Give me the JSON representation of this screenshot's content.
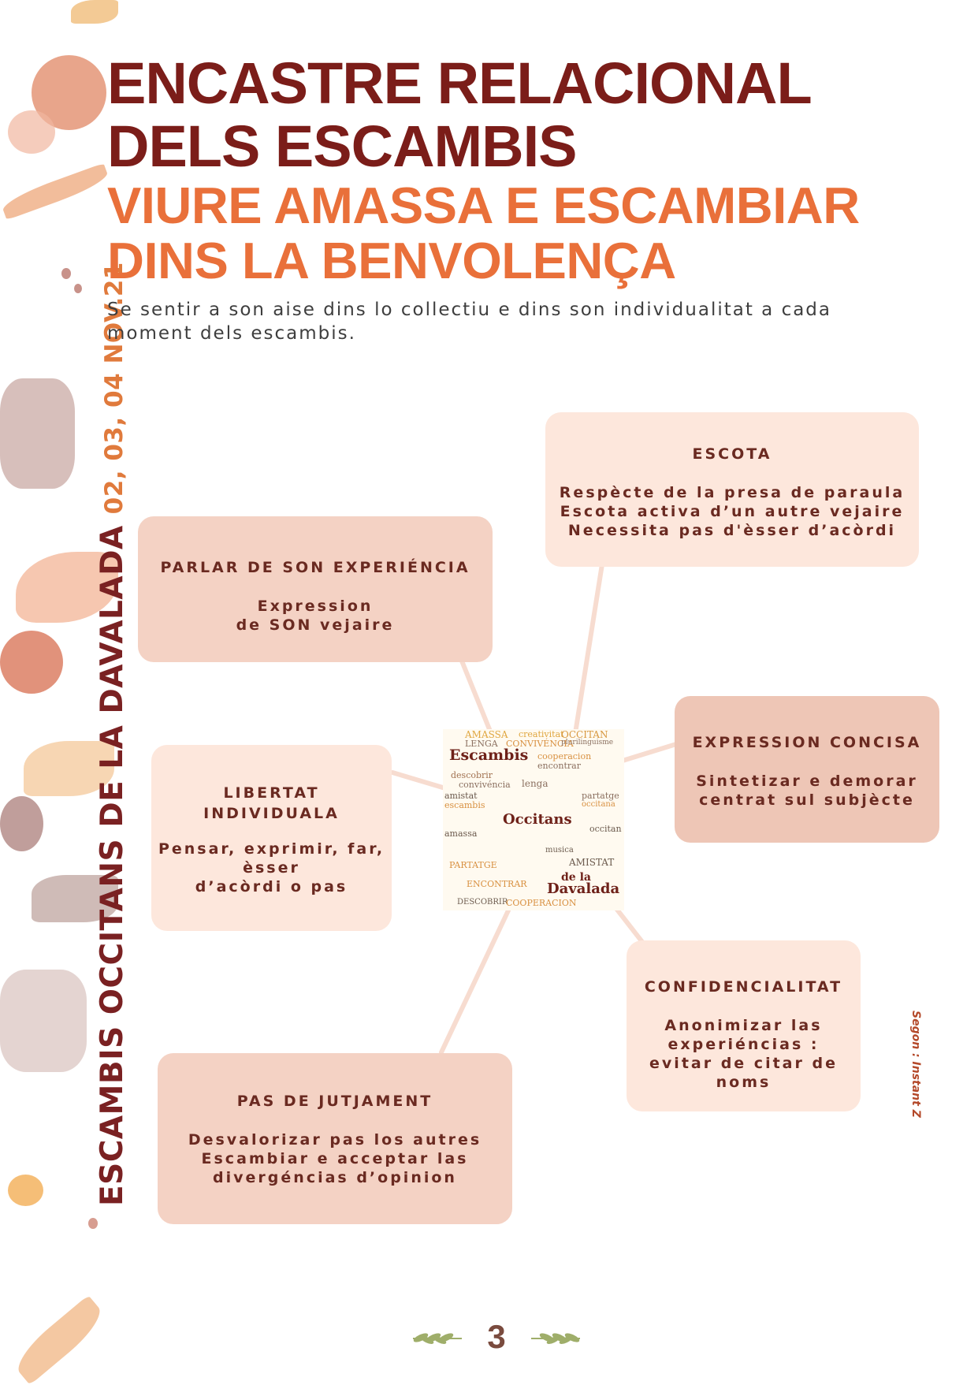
{
  "sidebar": {
    "title": "ESCAMBIS OCCITANS DE LA DAVALADA",
    "dates": "02, 03, 04 NOV.21"
  },
  "header": {
    "title": "ENCASTRE RELACIONAL\nDELS ESCAMBIS",
    "subtitle": "VIURE AMASSA E ESCAMBIAR\nDINS LA BENVOLENÇA",
    "intro": "Se sentir a son aise dins lo collectiu e dins son individualitat a cada moment dels escambis."
  },
  "cards": {
    "escota": {
      "title": "ESCOTA",
      "body": "Respècte de la presa de paraula\nEscota activa d’un autre vejaire\nNecessita pas d'èsser d’acòrdi"
    },
    "parlar": {
      "title": "PARLAR DE SON EXPERIÉNCIA",
      "body": "Expression\nde SON vejaire"
    },
    "expression": {
      "title": "EXPRESSION CONCISA",
      "body": "Sintetizar e demorar\ncentrat sul subjècte"
    },
    "libertat": {
      "title": "LIBERTAT\nINDIVIDUALA",
      "body": "Pensar, exprimir, far,\nèsser\nd’acòrdi o pas"
    },
    "confidencialitat": {
      "title": "CONFIDENCIALITAT",
      "body": "Anonimizar las\nexperiéncias :\nevitar de citar de\nnoms"
    },
    "jutjament": {
      "title": "PAS DE JUTJAMENT",
      "body": "Desvalorizar pas los autres\nEscambiar e acceptar las\ndivergéncias d’opinion"
    }
  },
  "wordcloud": {
    "main_words": [
      "Escambis",
      "Occitans",
      "de la",
      "Davalada"
    ],
    "words": [
      "AMASSA",
      "creativitat",
      "OCCITAN",
      "LENGA",
      "CONVIVÉNCIA",
      "plurilinguisme",
      "cooperacion",
      "encontrar",
      "descobrir",
      "convivéncia",
      "lenga",
      "amistat",
      "escambis",
      "partatge",
      "occitana",
      "amassa",
      "occitan",
      "musica",
      "PARTATGE",
      "AMISTAT",
      "ENCONTRAR",
      "DESCOBRIR",
      "COOPERACION"
    ]
  },
  "footer": {
    "page_number": "3",
    "credit": "Segon : Instant Z"
  },
  "colors": {
    "title": "#7b1d19",
    "subtitle": "#e9703a",
    "card_light": "#fde7dc",
    "card_mid": "#f4d2c4",
    "card_dark": "#eec6b6",
    "card_text": "#6a2a21",
    "connector": "#f7dcd0"
  }
}
